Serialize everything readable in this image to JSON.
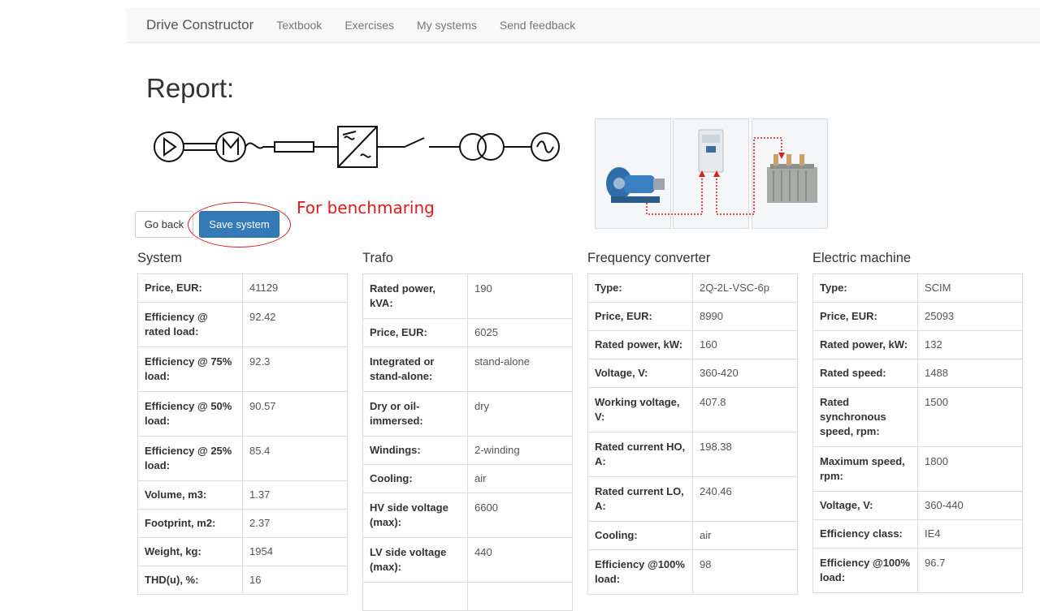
{
  "navbar": {
    "brand": "Drive Constructor",
    "links": [
      "Textbook",
      "Exercises",
      "My systems",
      "Send feedback"
    ]
  },
  "page_title": "Report:",
  "buttons": {
    "back": "Go back",
    "save": "Save system"
  },
  "annotation": "For benchmaring",
  "colors": {
    "primary": "#337ab7",
    "annotation": "#e01b1b"
  },
  "sections": [
    {
      "title": "System",
      "rows": [
        {
          "k": "Price, EUR:",
          "v": "41129"
        },
        {
          "k": "Efficiency @ rated load:",
          "v": "92.42"
        },
        {
          "k": "Efficiency @ 75% load:",
          "v": "92.3"
        },
        {
          "k": "Efficiency @ 50% load:",
          "v": "90.57"
        },
        {
          "k": "Efficiency @ 25% load:",
          "v": "85.4"
        },
        {
          "k": "Volume, m3:",
          "v": "1.37"
        },
        {
          "k": "Footprint, m2:",
          "v": "2.37"
        },
        {
          "k": "Weight, kg:",
          "v": "1954"
        },
        {
          "k": "THD(u), %:",
          "v": "16"
        }
      ]
    },
    {
      "title": "Trafo",
      "rows": [
        {
          "k": "Rated power, kVA:",
          "v": "190"
        },
        {
          "k": "Price, EUR:",
          "v": "6025"
        },
        {
          "k": "Integrated or stand-alone:",
          "v": "stand-alone"
        },
        {
          "k": "Dry or oil-immersed:",
          "v": "dry"
        },
        {
          "k": "Windings:",
          "v": "2-winding"
        },
        {
          "k": "Cooling:",
          "v": "air"
        },
        {
          "k": "HV side voltage (max):",
          "v": "6600"
        },
        {
          "k": "LV side voltage (max):",
          "v": "440"
        },
        {
          "k": "",
          "v": ""
        }
      ]
    },
    {
      "title": "Frequency converter",
      "rows": [
        {
          "k": "Type:",
          "v": "2Q-2L-VSC-6p"
        },
        {
          "k": "Price, EUR:",
          "v": "8990"
        },
        {
          "k": "Rated power, kW:",
          "v": "160"
        },
        {
          "k": "Voltage, V:",
          "v": "360-420"
        },
        {
          "k": "Working voltage, V:",
          "v": "407.8"
        },
        {
          "k": "Rated current HO, A:",
          "v": "198.38"
        },
        {
          "k": "Rated current LO, A:",
          "v": "240.46"
        },
        {
          "k": "Cooling:",
          "v": "air"
        },
        {
          "k": "Efficiency @100% load:",
          "v": "98"
        }
      ]
    },
    {
      "title": "Electric machine",
      "rows": [
        {
          "k": "Type:",
          "v": "SCIM"
        },
        {
          "k": "Price, EUR:",
          "v": "25093"
        },
        {
          "k": "Rated power, kW:",
          "v": "132"
        },
        {
          "k": "Rated speed:",
          "v": "1488"
        },
        {
          "k": "Rated synchronous speed, rpm:",
          "v": "1500"
        },
        {
          "k": "Maximum speed, rpm:",
          "v": "1800"
        },
        {
          "k": "Voltage, V:",
          "v": "360-440"
        },
        {
          "k": "Efficiency class:",
          "v": "IE4"
        },
        {
          "k": "Efficiency @100% load:",
          "v": "96.7"
        }
      ]
    }
  ]
}
